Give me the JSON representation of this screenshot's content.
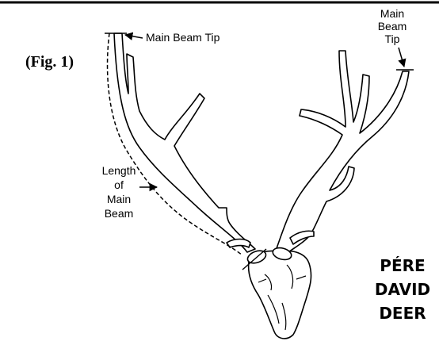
{
  "figure": {
    "label": "(Fig. 1)"
  },
  "labels": {
    "main_beam_tip_left": "Main Beam Tip",
    "main_beam_tip_right": [
      "Main",
      "Beam",
      "Tip"
    ],
    "length_of_main_beam": [
      "Length",
      "of",
      "Main",
      "Beam"
    ]
  },
  "title": [
    "PÉRE",
    "DAVID",
    "DEER"
  ]
}
